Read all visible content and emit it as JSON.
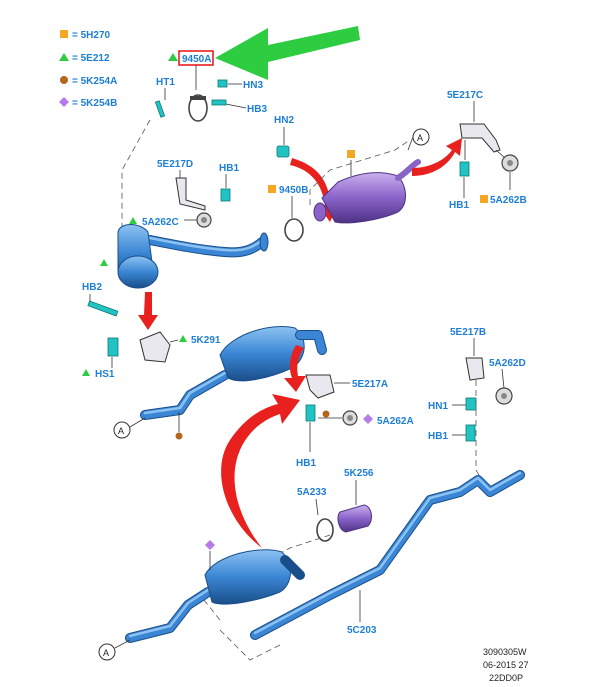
{
  "legend": [
    {
      "symbol": "square",
      "color": "#f5a623",
      "text": "= 5H270"
    },
    {
      "symbol": "triangle",
      "color": "#2ecc40",
      "text": "= 5E212"
    },
    {
      "symbol": "circle",
      "color": "#b5651d",
      "text": "= 5K254A"
    },
    {
      "symbol": "diamond",
      "color": "#b57be8",
      "text": "= 5K254B"
    }
  ],
  "highlight": {
    "part": "9450A",
    "box_color": "#e8211f",
    "arrow_color": "#2ecc40"
  },
  "labels": {
    "ht1": "HT1",
    "hn3_top": "HN3",
    "hb3": "HB3",
    "hn2": "HN2",
    "e217c": "5E217C",
    "e217d": "5E217D",
    "hb1_top": "HB1",
    "p9450b": "9450B",
    "a262c": "5A262C",
    "hb1_right": "HB1",
    "a262b": "5A262B",
    "hb2": "HB2",
    "k291": "5K291",
    "hs1": "HS1",
    "e217b": "5E217B",
    "a262d": "5A262D",
    "hn1": "HN1",
    "hb1_far": "HB1",
    "e217a": "5E217A",
    "a262a": "5A262A",
    "hb1_mid": "HB1",
    "a233": "5A233",
    "k256": "5K256",
    "c203": "5C203"
  },
  "connectors": {
    "a": "A"
  },
  "colors": {
    "pipe": "#3a86d4",
    "dpf": "#8a63c9",
    "label": "#1d7fd6",
    "red_arrow": "#e8211f",
    "bolt": "#22c3c3"
  },
  "footer": {
    "line1": "3090305W",
    "line2": "06-2015 27",
    "line3": "22DD0P"
  }
}
